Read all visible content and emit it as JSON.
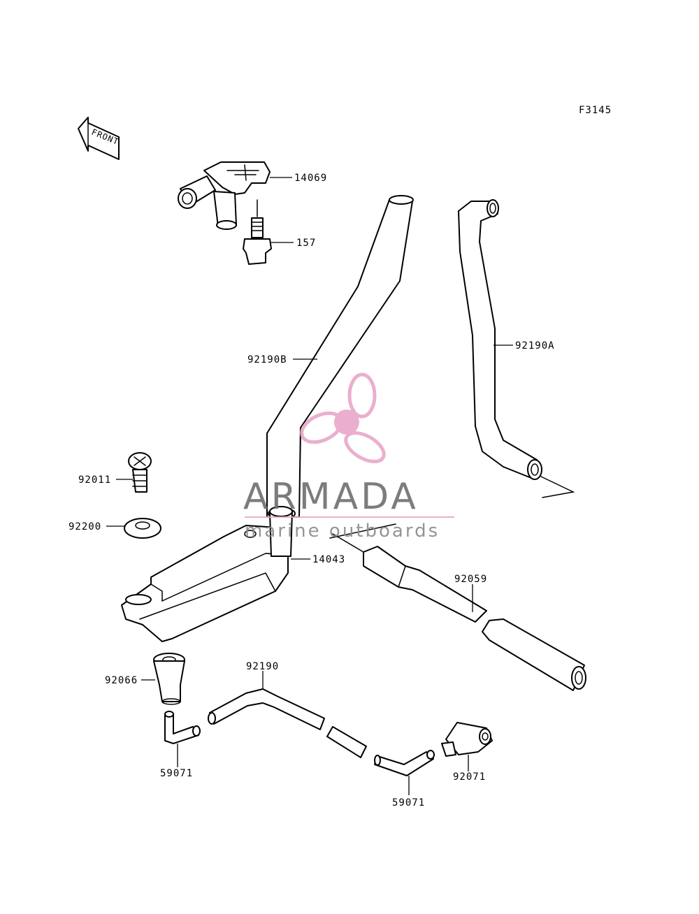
{
  "figure_code": "F3145",
  "front_arrow": {
    "label": "FRONT",
    "icon": "front-direction-arrow-icon"
  },
  "parts": {
    "p14069": "14069",
    "p157": "157",
    "p92190B": "92190B",
    "p92190A": "92190A",
    "p92011": "92011",
    "p92200": "92200",
    "p14043": "14043",
    "p92059": "92059",
    "p92066": "92066",
    "p92190": "92190",
    "p59071_left": "59071",
    "p59071_right": "59071",
    "p92071": "92071"
  },
  "watermark": {
    "title": "ARMADA",
    "subtitle": "marine outboards",
    "icon": "propeller-logo-icon",
    "accent_color": "#e8a7c9",
    "text_color": "#6e6e6e"
  }
}
